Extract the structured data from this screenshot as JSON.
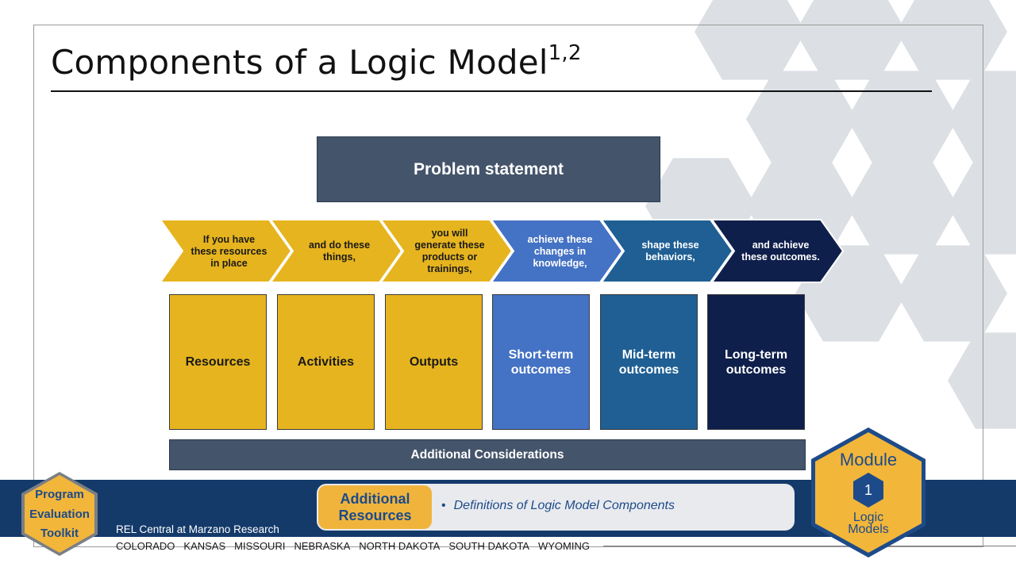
{
  "slide": {
    "title": "Components of a Logic Model",
    "title_superscript": "1,2",
    "problem_statement": "Problem statement",
    "additional_considerations": "Additional Considerations"
  },
  "arrows": [
    {
      "text": "If you have these resources in place",
      "color": "#e6b41e",
      "text_color": "#1a1a1a"
    },
    {
      "text": "and do these things,",
      "color": "#e6b41e",
      "text_color": "#1a1a1a"
    },
    {
      "text": "you will generate these products or trainings,",
      "color": "#e6b41e",
      "text_color": "#1a1a1a"
    },
    {
      "text": "achieve these changes in knowledge,",
      "color": "#4472c4",
      "text_color": "#ffffff"
    },
    {
      "text": "shape these behaviors,",
      "color": "#1f5f94",
      "text_color": "#ffffff"
    },
    {
      "text": "and achieve these outcomes.",
      "color": "#0f1f4b",
      "text_color": "#ffffff"
    }
  ],
  "components": [
    {
      "label": "Resources",
      "color": "#e6b41e",
      "text_color": "#1a1a1a"
    },
    {
      "label": "Activities",
      "color": "#e6b41e",
      "text_color": "#1a1a1a"
    },
    {
      "label": "Outputs",
      "color": "#e6b41e",
      "text_color": "#1a1a1a"
    },
    {
      "label": "Short-term outcomes",
      "color": "#4472c4",
      "text_color": "#ffffff"
    },
    {
      "label": "Mid-term outcomes",
      "color": "#1f5f94",
      "text_color": "#ffffff"
    },
    {
      "label": "Long-term outcomes",
      "color": "#0f1f4b",
      "text_color": "#ffffff"
    }
  ],
  "footer": {
    "toolkit_logo": {
      "line1": "Program",
      "line2": "Evaluation",
      "line3": "Toolkit"
    },
    "organization": "REL Central at Marzano Research",
    "states": [
      "COLORADO",
      "KANSAS",
      "MISSOURI",
      "NEBRASKA",
      "NORTH DAKOTA",
      "SOUTH DAKOTA",
      "WYOMING"
    ],
    "resources_label": "Additional Resources",
    "resources_link": "Definitions of Logic Model Components",
    "module": {
      "title": "Module",
      "number": "1",
      "line1": "Logic",
      "line2": "Models"
    }
  },
  "colors": {
    "gold": "#e6b41e",
    "slate": "#44546a",
    "navy": "#143a6a",
    "hex_background": "#dcdfe3"
  }
}
